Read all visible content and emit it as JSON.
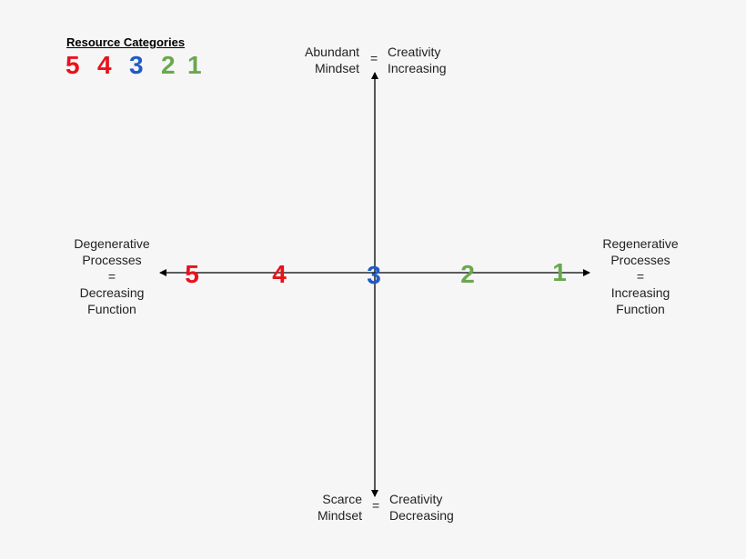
{
  "legend": {
    "title": "Resource Categories",
    "items": [
      {
        "label": "5",
        "color": "#e8121b"
      },
      {
        "label": "4",
        "color": "#e8121b"
      },
      {
        "label": "3",
        "color": "#1f5bc6"
      },
      {
        "label": "2",
        "color": "#6aa84f"
      },
      {
        "label": "1",
        "color": "#6aa84f"
      }
    ]
  },
  "top": {
    "left_line1": "Abundant",
    "left_line2": "Mindset",
    "equals": "=",
    "right_line1": "Creativity",
    "right_line2": "Increasing"
  },
  "bottom": {
    "left_line1": "Scarce",
    "left_line2": "Mindset",
    "equals": "=",
    "right_line1": "Creativity",
    "right_line2": "Decreasing"
  },
  "left": {
    "line1": "Degenerative",
    "line2": "Processes",
    "line3": "=",
    "line4": "Decreasing",
    "line5": "Function"
  },
  "right": {
    "line1": "Regenerative",
    "line2": "Processes",
    "line3": "=",
    "line4": "Increasing",
    "line5": "Function"
  },
  "axis_numbers": [
    {
      "label": "5",
      "color": "#e8121b"
    },
    {
      "label": "4",
      "color": "#e8121b"
    },
    {
      "label": "3",
      "color": "#1f5bc6"
    },
    {
      "label": "2",
      "color": "#6aa84f"
    },
    {
      "label": "1",
      "color": "#6aa84f"
    }
  ]
}
